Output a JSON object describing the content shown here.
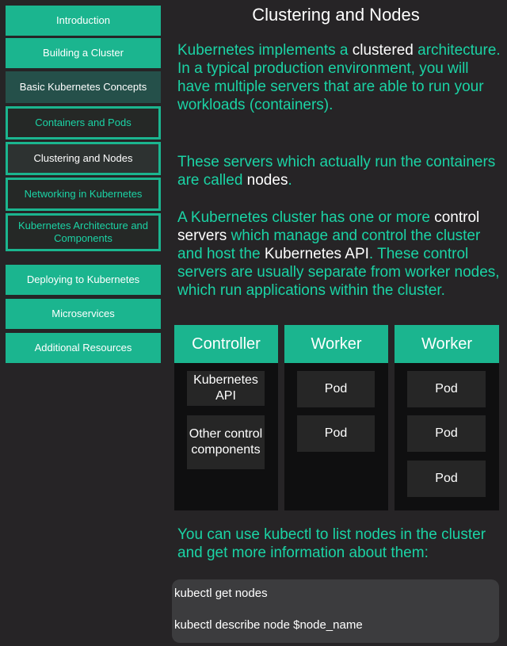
{
  "sidebar": {
    "items": [
      {
        "label": "Introduction"
      },
      {
        "label": "Building a Cluster"
      },
      {
        "label": "Basic Kubernetes Concepts"
      },
      {
        "label": "Containers and Pods"
      },
      {
        "label": "Clustering and Nodes"
      },
      {
        "label": "Networking in Kubernetes"
      },
      {
        "label": "Kubernetes Architecture and Components"
      },
      {
        "label": "Deploying to Kubernetes"
      },
      {
        "label": "Microservices"
      },
      {
        "label": "Additional Resources"
      }
    ]
  },
  "main": {
    "title": "Clustering and Nodes",
    "p1": {
      "a": "Kubernetes implements a ",
      "b": "clustered",
      "c": " architecture. In a typical production environment, you will have multiple servers that are able to run your workloads (containers)."
    },
    "p2": {
      "a": "These servers which actually run the containers are called ",
      "b": "nodes",
      "c": "."
    },
    "p3": {
      "a": "A Kubernetes cluster has one or more ",
      "b": "control servers",
      "c": " which manage and control the cluster and host the ",
      "d": "Kubernetes API",
      "e": ". These control servers are usually separate from worker nodes, which run applications within the cluster."
    },
    "p4": "You can use kubectl to list nodes in the cluster and get more information about them:"
  },
  "diagram": {
    "controller": {
      "title": "Controller",
      "api": "Kubernetes API",
      "other": "Other control components"
    },
    "worker1": {
      "title": "Worker",
      "pods": [
        "Pod",
        "Pod"
      ]
    },
    "worker2": {
      "title": "Worker",
      "pods": [
        "Pod",
        "Pod",
        "Pod"
      ]
    }
  },
  "code": {
    "line1": "kubectl get nodes",
    "line2": "kubectl describe node $node_name"
  },
  "colors": {
    "accent": "#1bb58f",
    "accent_text": "#1bd3a5",
    "background": "#262426"
  }
}
